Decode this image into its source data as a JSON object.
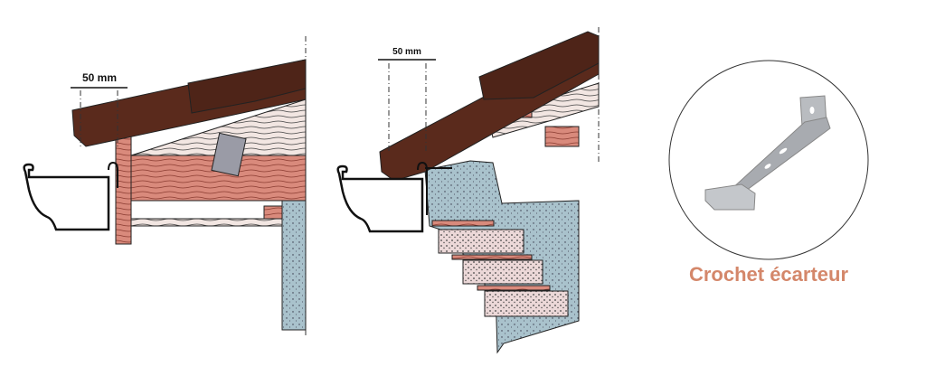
{
  "diagram_left": {
    "dimension_label": "50 mm"
  },
  "diagram_right": {
    "dimension_label": "50 mm"
  },
  "product": {
    "caption": "Crochet écarteur"
  },
  "colors": {
    "tile": "#5a2a1c",
    "rafter": "#d98a7c",
    "light_wood": "#f2e6e2",
    "masonry": "#a9c2cc",
    "brick": "#ecd8d8",
    "caption": "#d4876a"
  }
}
